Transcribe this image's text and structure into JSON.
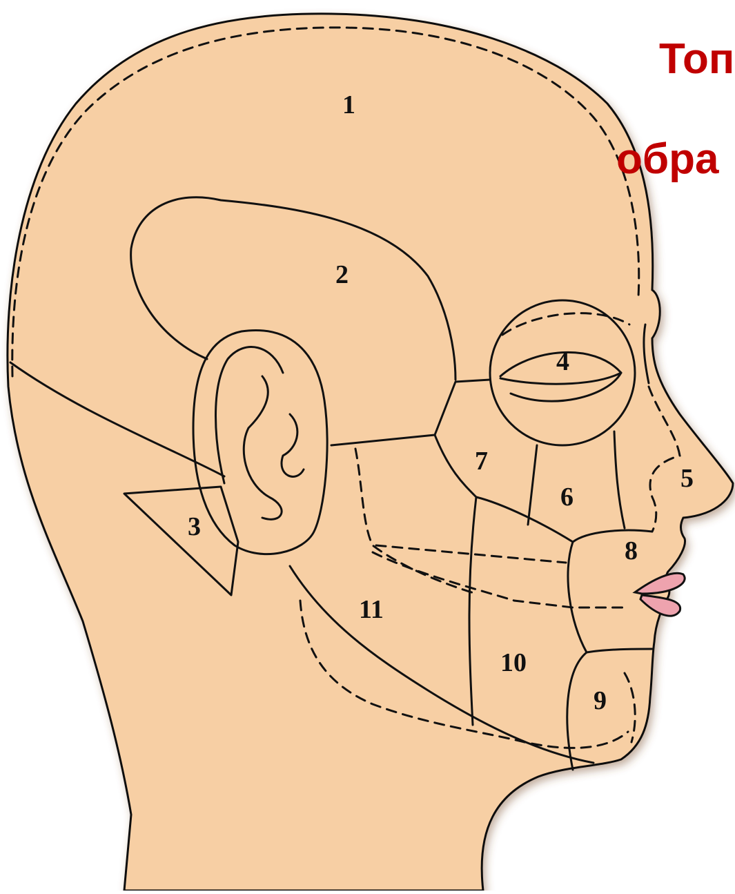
{
  "title": {
    "line1": "Топ",
    "line2": "обра"
  },
  "regions": [
    {
      "id": "region-1",
      "label": "1"
    },
    {
      "id": "region-2",
      "label": "2"
    },
    {
      "id": "region-3",
      "label": "3"
    },
    {
      "id": "region-4",
      "label": "4"
    },
    {
      "id": "region-5",
      "label": "5"
    },
    {
      "id": "region-6",
      "label": "6"
    },
    {
      "id": "region-7",
      "label": "7"
    },
    {
      "id": "region-8",
      "label": "8"
    },
    {
      "id": "region-9",
      "label": "9"
    },
    {
      "id": "region-10",
      "label": "10"
    },
    {
      "id": "region-11",
      "label": "11"
    }
  ],
  "colors": {
    "skin": "#f7cfa4",
    "outline": "#111111",
    "lips": "#eea3ae",
    "title": "#c00000"
  }
}
